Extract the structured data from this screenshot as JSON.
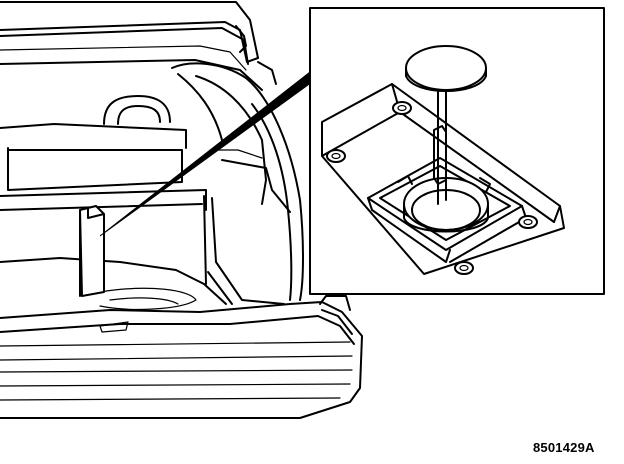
{
  "figure": {
    "reference_code": "8501429A"
  },
  "parts": {
    "seal_cap": "cap-shape",
    "mount_plate": "plate-with-holes",
    "fastener": "hole-ring"
  },
  "colors": {
    "line": "#000000",
    "background": "#ffffff"
  }
}
